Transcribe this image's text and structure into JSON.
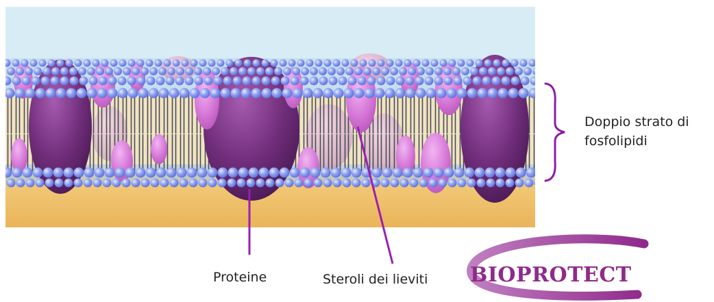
{
  "labels": {
    "bilayer_line1": "Doppio strato di",
    "bilayer_line2": "fosfolipidi",
    "proteins": "Proteine",
    "sterols": "Steroli dei lieviti"
  },
  "logo": {
    "text": "BIOPROTECT"
  },
  "colors": {
    "sky": "#d8ecf6",
    "tail_zone": "#f1e4c2",
    "ground": "#efbf63",
    "phosphate_head": "#7f93ee",
    "protein_dark": "#6b2a72",
    "protein_light": "#d474d6",
    "leader_line": "#9b1fb3",
    "logo": "#8f2a8c"
  },
  "icons": [
    "membrane-illustration",
    "curly-brace-icon",
    "bioprotect-logo"
  ]
}
